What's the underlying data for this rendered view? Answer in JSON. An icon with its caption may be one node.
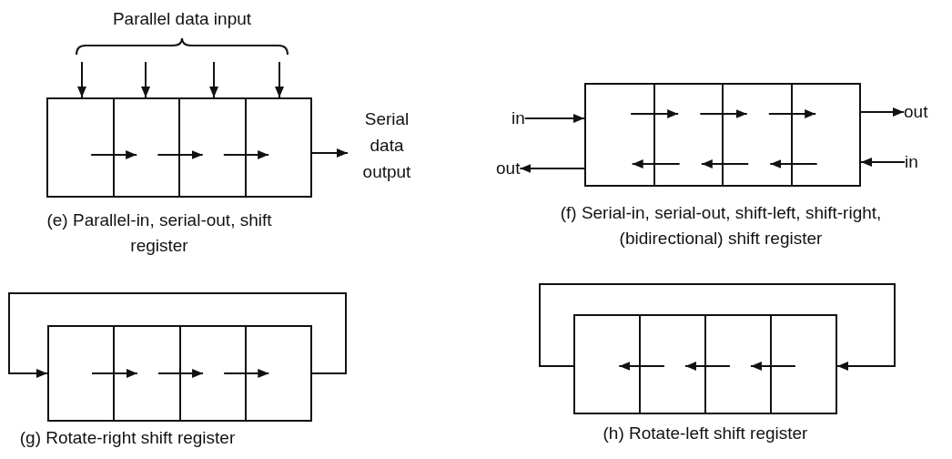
{
  "diagram": {
    "nodes": [
      {
        "text": [],
        "shape": "box",
        "beside": [
          "(e) Parallel-in, serial-out, shift register"
        ]
      },
      {
        "text": [],
        "shape": "box",
        "in": 0
      },
      {
        "text": [],
        "shape": "box",
        "in": 0
      },
      {
        "text": [],
        "shape": "box",
        "in": 0
      },
      {
        "text": [],
        "shape": "box",
        "in": 0
      },
      {
        "text": [
          "Serial data output"
        ]
      },
      {
        "text": [],
        "shape": "box",
        "beside": [
          "(f) Serial-in, serial-out, shift-left, shift-right, (bidirectional) shift register"
        ]
      },
      {
        "text": [],
        "shape": "box",
        "in": 6
      },
      {
        "text": [],
        "shape": "box",
        "in": 6
      },
      {
        "text": [],
        "shape": "box",
        "in": 6
      },
      {
        "text": [],
        "shape": "box",
        "in": 6
      },
      {
        "text": [
          "in"
        ]
      },
      {
        "text": [
          "out"
        ]
      },
      {
        "text": [
          "out"
        ]
      },
      {
        "text": [
          "in"
        ]
      },
      {
        "text": [],
        "shape": "box",
        "beside": [
          "(g) Rotate-right shift register"
        ]
      },
      {
        "text": [],
        "shape": "box",
        "in": 15
      },
      {
        "text": [],
        "shape": "box",
        "in": 15
      },
      {
        "text": [],
        "shape": "box",
        "in": 15
      },
      {
        "text": [],
        "shape": "box",
        "in": 15
      },
      {
        "text": [],
        "shape": "box",
        "beside": [
          "(h) Rotate-left shift register"
        ]
      },
      {
        "text": [],
        "shape": "box",
        "in": 20
      },
      {
        "text": [],
        "shape": "box",
        "in": 20
      },
      {
        "text": [],
        "shape": "box",
        "in": 20
      },
      {
        "text": [],
        "shape": "box",
        "in": 20
      },
      {
        "text": [
          "Parallel data input"
        ]
      }
    ],
    "edges": [
      {
        "from": 25,
        "to": 1,
        "arrow": "to"
      },
      {
        "from": 25,
        "to": 2,
        "arrow": "to"
      },
      {
        "from": 25,
        "to": 3,
        "arrow": "to"
      },
      {
        "from": 25,
        "to": 4,
        "arrow": "to"
      },
      {
        "from": 1,
        "to": 2,
        "arrow": "to"
      },
      {
        "from": 2,
        "to": 3,
        "arrow": "to"
      },
      {
        "from": 3,
        "to": 4,
        "arrow": "to"
      },
      {
        "from": 4,
        "to": 5,
        "arrow": "to"
      },
      {
        "from": 11,
        "to": 7,
        "arrow": "to"
      },
      {
        "from": 7,
        "to": 8,
        "arrow": "to"
      },
      {
        "from": 8,
        "to": 9,
        "arrow": "to"
      },
      {
        "from": 9,
        "to": 10,
        "arrow": "to"
      },
      {
        "from": 10,
        "to": 12,
        "arrow": "to"
      },
      {
        "from": 10,
        "to": 9,
        "arrow": "to"
      },
      {
        "from": 9,
        "to": 8,
        "arrow": "to"
      },
      {
        "from": 8,
        "to": 7,
        "arrow": "to"
      },
      {
        "from": 7,
        "to": 13,
        "arrow": "to"
      },
      {
        "from": 14,
        "to": 10,
        "arrow": "to"
      },
      {
        "from": 16,
        "to": 17,
        "arrow": "to"
      },
      {
        "from": 17,
        "to": 18,
        "arrow": "to"
      },
      {
        "from": 18,
        "to": 19,
        "arrow": "to"
      },
      {
        "from": 19,
        "to": 16,
        "arrow": "to"
      },
      {
        "from": 24,
        "to": 23,
        "arrow": "to"
      },
      {
        "from": 23,
        "to": 22,
        "arrow": "to"
      },
      {
        "from": 22,
        "to": 21,
        "arrow": "to"
      },
      {
        "from": 21,
        "to": 24,
        "arrow": "to"
      }
    ]
  }
}
